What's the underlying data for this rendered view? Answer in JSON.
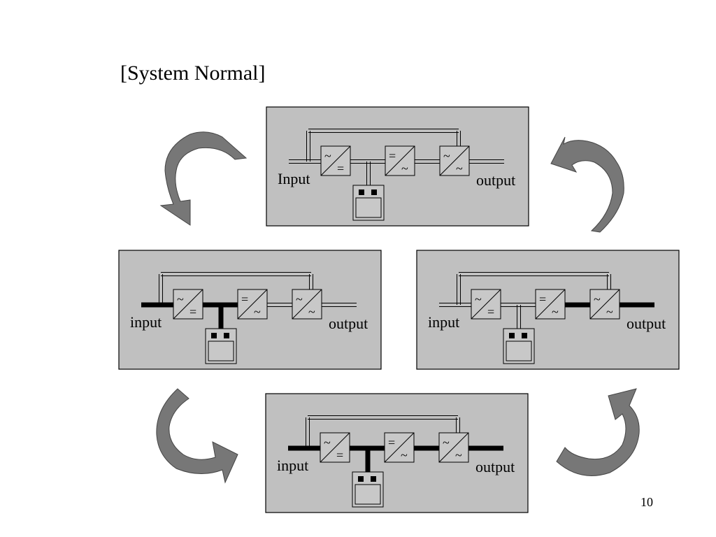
{
  "title": "[System Normal]",
  "page_number": "10",
  "colors": {
    "panel_fill": "#c0c0c0",
    "arrow_fill": "#777777",
    "converter_fill": "#c8c8c8",
    "active_bus": "#000000"
  },
  "panels": [
    {
      "id": "top",
      "input_label": "Input",
      "output_label": "output",
      "converter_symbols": [
        [
          "~",
          "="
        ],
        [
          "=",
          "~"
        ],
        [
          "~",
          "~"
        ]
      ],
      "active_segments": []
    },
    {
      "id": "left",
      "input_label": "input",
      "output_label": "output",
      "converter_symbols": [
        [
          "~",
          "="
        ],
        [
          "=",
          "~"
        ],
        [
          "~",
          "~"
        ]
      ],
      "active_segments": [
        "input",
        "dc",
        "battery"
      ]
    },
    {
      "id": "right",
      "input_label": "input",
      "output_label": "output",
      "converter_symbols": [
        [
          "~",
          "="
        ],
        [
          "=",
          "~"
        ],
        [
          "~",
          "~"
        ]
      ],
      "active_segments": [
        "mid",
        "output"
      ]
    },
    {
      "id": "bottom",
      "input_label": "input",
      "output_label": "output",
      "converter_symbols": [
        [
          "~",
          "="
        ],
        [
          "=",
          "~"
        ],
        [
          "~",
          "~"
        ]
      ],
      "active_segments": [
        "input",
        "dc",
        "mid",
        "output",
        "battery"
      ]
    }
  ]
}
